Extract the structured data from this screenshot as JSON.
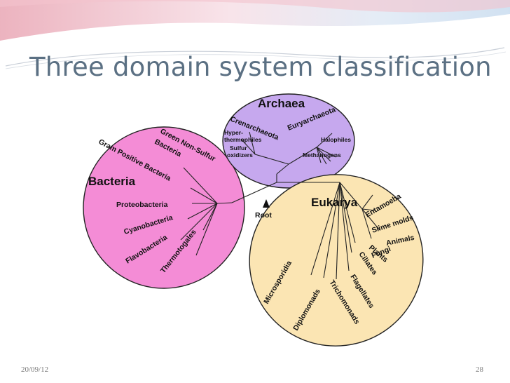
{
  "slide": {
    "title": "Three domain system classification",
    "date": "20/09/12",
    "page_number": "28"
  },
  "diagram": {
    "domains": {
      "archaea": "Archaea",
      "bacteria": "Bacteria",
      "eukarya": "Eukarya"
    },
    "root_label": "Root",
    "bacteria_groups": [
      "Green Non-Sulfur",
      "Bacteria",
      "Gram Positive Bacteria",
      "Proteobacteria",
      "Cyanobacteria",
      "Flavobacteria",
      "Thermotogales"
    ],
    "archaea_groups": {
      "crenarchaeota": "Crenarchaeota",
      "euryarchaeota": "Euryarchaeota",
      "hyper_1": "Hyper-",
      "hyper_2": "thermophiles",
      "sulfur_1": "Sulfur",
      "sulfur_2": "oxidizers",
      "halophiles": "Halophiles",
      "methanogens": "Methanogens"
    },
    "eukarya_groups": [
      "Entamoeba",
      "Slime molds",
      "Animals",
      "Fungi",
      "Plants",
      "Ciliates",
      "Flagellates",
      "Trichomonads",
      "Microsporidia",
      "Diplomonads"
    ],
    "colors": {
      "bacteria_fill": "#f48cd6",
      "archaea_fill": "#c6a8ee",
      "eukarya_fill": "#fbe5b3"
    }
  }
}
